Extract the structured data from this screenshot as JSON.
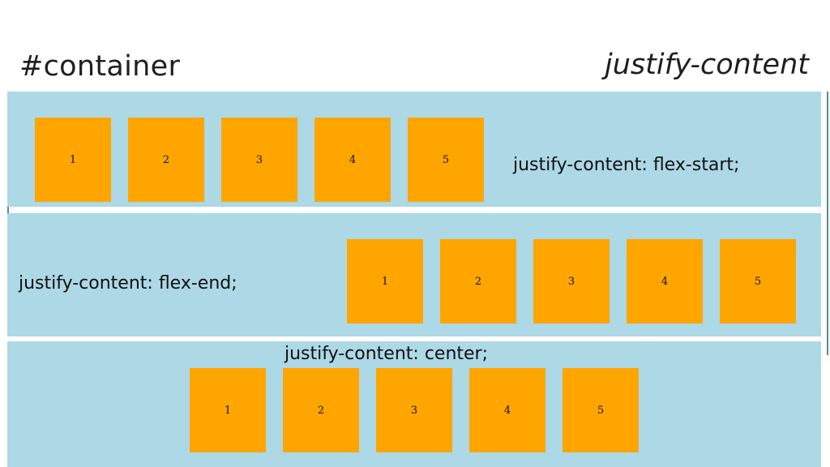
{
  "slide": {
    "title": "#container",
    "subtitle": "justify-content"
  },
  "colors": {
    "panel": "#add8e6",
    "box": "#ffa500",
    "text": "#1f1f1f"
  },
  "rows": [
    {
      "caption": "justify-content: flex-start;",
      "items": [
        "1",
        "2",
        "3",
        "4",
        "5"
      ]
    },
    {
      "caption": "justify-content: flex-end;",
      "items": [
        "1",
        "2",
        "3",
        "4",
        "5"
      ]
    },
    {
      "caption": "justify-content: center;",
      "items": [
        "1",
        "2",
        "3",
        "4",
        "5"
      ]
    }
  ]
}
